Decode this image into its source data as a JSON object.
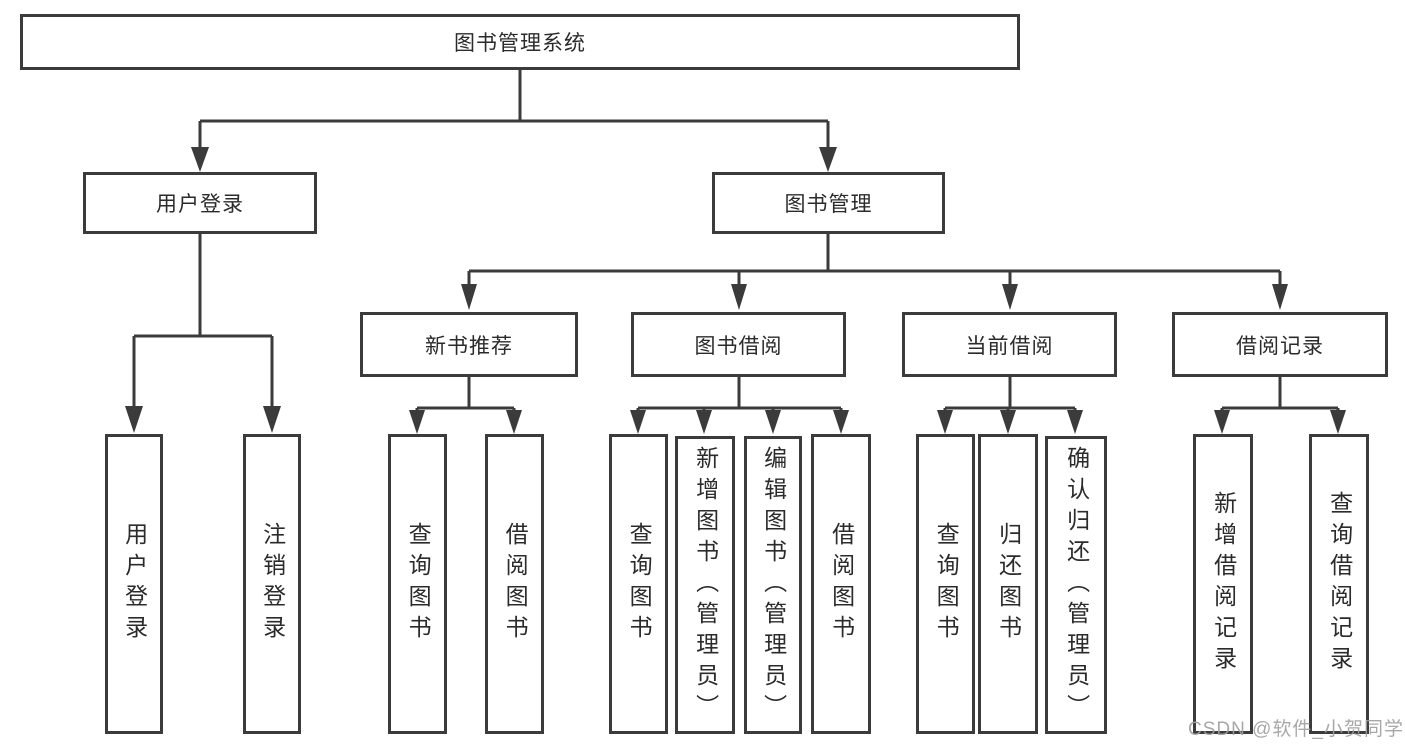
{
  "colors": {
    "line": "#3b3b3b",
    "text": "#2b2b2b",
    "background": "#ffffff",
    "watermark": "#9e9e9e"
  },
  "watermark": {
    "text": "CSDN @软件_小贺同学"
  },
  "tree": {
    "root": {
      "label": "图书管理系统"
    },
    "branches": [
      {
        "label": "用户登录",
        "children": [
          {
            "label": "用户登录"
          },
          {
            "label": "注销登录"
          }
        ]
      },
      {
        "label": "图书管理",
        "groups": [
          {
            "label": "新书推荐",
            "children": [
              {
                "label": "查询图书"
              },
              {
                "label": "借阅图书"
              }
            ]
          },
          {
            "label": "图书借阅",
            "children": [
              {
                "label": "查询图书"
              },
              {
                "label": "新增图书（管理员）"
              },
              {
                "label": "编辑图书（管理员）"
              },
              {
                "label": "借阅图书"
              }
            ]
          },
          {
            "label": "当前借阅",
            "children": [
              {
                "label": "查询图书"
              },
              {
                "label": "归还图书"
              },
              {
                "label": "确认归还（管理员）"
              }
            ]
          },
          {
            "label": "借阅记录",
            "children": [
              {
                "label": "新增借阅记录"
              },
              {
                "label": "查询借阅记录"
              }
            ]
          }
        ]
      }
    ]
  }
}
